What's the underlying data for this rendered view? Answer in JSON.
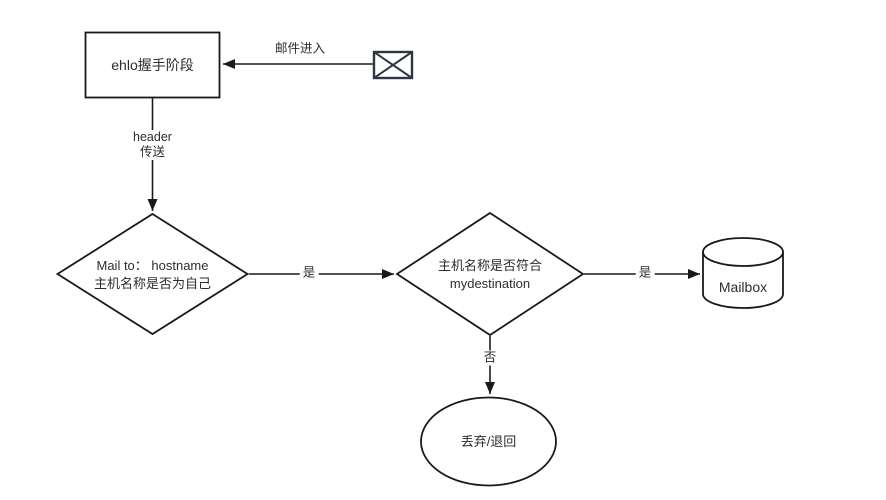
{
  "colors": {
    "stroke": "#1a1a1a",
    "envelope_stroke": "#2f3542",
    "text": "#2d2d2d",
    "background": "#ffffff"
  },
  "nodes": {
    "ehlo_box": {
      "label": "ehlo握手阶段"
    },
    "mailto_diamond": {
      "line1": "Mail to： hostname",
      "line2": "主机名称是否为自己"
    },
    "mydestination_diamond": {
      "line1": "主机名称是否符合",
      "line2": "mydestination"
    },
    "mailbox_cylinder": {
      "label": "Mailbox"
    },
    "discard_ellipse": {
      "label": "丢弃/退回"
    }
  },
  "edges": {
    "mail_in": {
      "label": "邮件进入"
    },
    "header_transfer": {
      "line1": "header",
      "line2": "传送"
    },
    "yes_to_mydestination": {
      "label": "是"
    },
    "yes_to_mailbox": {
      "label": "是"
    },
    "no_to_discard": {
      "label": "否"
    }
  },
  "icons": {
    "envelope": "envelope-icon"
  }
}
